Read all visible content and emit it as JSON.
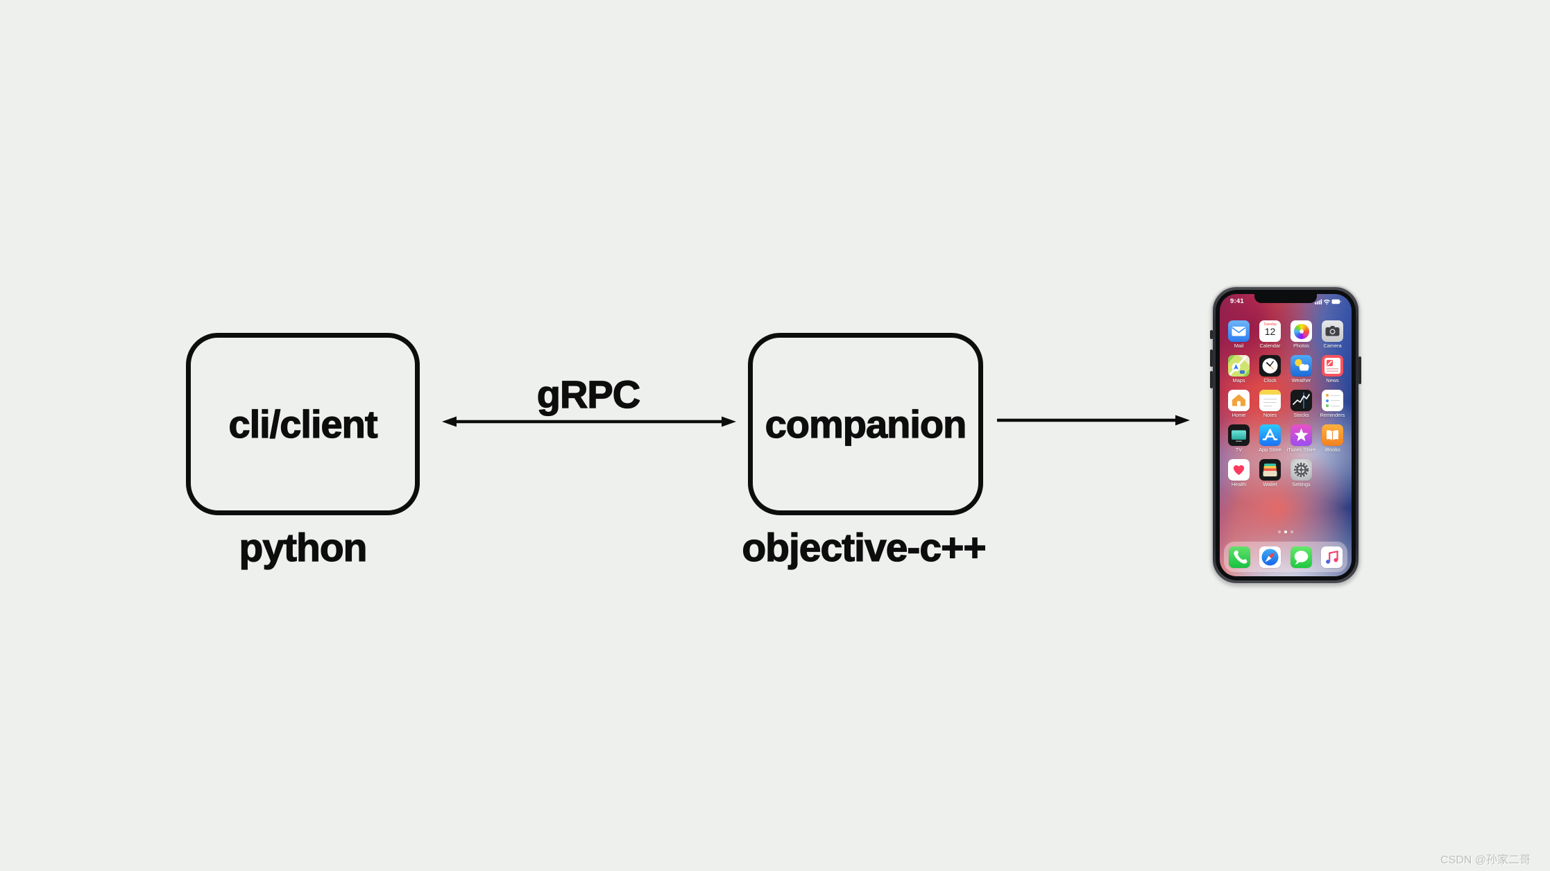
{
  "page": {
    "background_color": "#edf0ec",
    "watermark": "CSDN @孙家二哥"
  },
  "diagram": {
    "stroke_color": "#0d0d0d",
    "nodes": [
      {
        "label": "cli/client",
        "sublabel": "python"
      },
      {
        "label": "companion",
        "sublabel": "objective-c++"
      }
    ],
    "edges": [
      {
        "label": "gRPC",
        "direction": "bidirectional",
        "from": "cli/client",
        "to": "companion"
      },
      {
        "label": "",
        "direction": "right",
        "from": "companion",
        "to": "iphone"
      }
    ]
  },
  "phone": {
    "status": {
      "time": "9:41"
    },
    "calendar": {
      "weekday": "Tuesday",
      "day": "12"
    },
    "apps": [
      {
        "name": "mail",
        "label": "Mail"
      },
      {
        "name": "calendar",
        "label": "Calendar"
      },
      {
        "name": "photos",
        "label": "Photos"
      },
      {
        "name": "camera",
        "label": "Camera"
      },
      {
        "name": "maps",
        "label": "Maps"
      },
      {
        "name": "clock",
        "label": "Clock"
      },
      {
        "name": "weather",
        "label": "Weather"
      },
      {
        "name": "news",
        "label": "News"
      },
      {
        "name": "home",
        "label": "Home"
      },
      {
        "name": "notes",
        "label": "Notes"
      },
      {
        "name": "stocks",
        "label": "Stocks"
      },
      {
        "name": "reminders",
        "label": "Reminders"
      },
      {
        "name": "tv",
        "label": "TV"
      },
      {
        "name": "appstore",
        "label": "App Store"
      },
      {
        "name": "itunes",
        "label": "iTunes Store"
      },
      {
        "name": "ibooks",
        "label": "iBooks"
      },
      {
        "name": "health",
        "label": "Health"
      },
      {
        "name": "wallet",
        "label": "Wallet"
      },
      {
        "name": "settings",
        "label": "Settings"
      }
    ],
    "dock": [
      {
        "name": "phone"
      },
      {
        "name": "safari"
      },
      {
        "name": "messages"
      },
      {
        "name": "music"
      }
    ]
  }
}
